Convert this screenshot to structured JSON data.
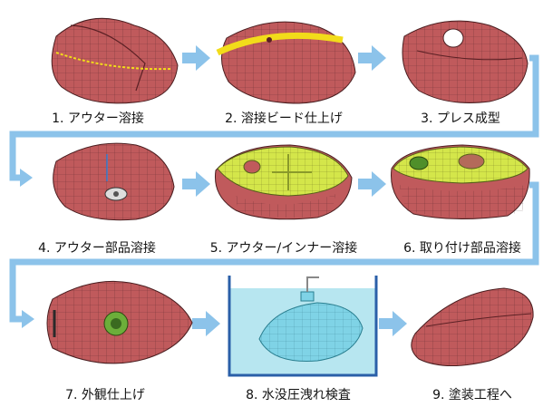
{
  "steps": [
    {
      "label": "1. アウター溶接"
    },
    {
      "label": "2. 溶接ビード仕上げ"
    },
    {
      "label": "3. プレス成型"
    },
    {
      "label": "4. アウター部品溶接"
    },
    {
      "label": "5. アウター/インナー溶接"
    },
    {
      "label": "6. 取り付け部品溶接"
    },
    {
      "label": "7. 外観仕上げ"
    },
    {
      "label": "8. 水没圧洩れ検査"
    },
    {
      "label": "9. 塗装工程へ"
    }
  ],
  "colors": {
    "tank": "#c05a5c",
    "tank_dark": "#8c3a3e",
    "mesh": "#3a1a1c",
    "weld": "#f2dc1a",
    "inner": "#d4e64a",
    "flow": "#8cc3ea",
    "water": "#b7e6f0",
    "tank_blue": "#7fd3e6",
    "frame": "#2a5fa8"
  }
}
